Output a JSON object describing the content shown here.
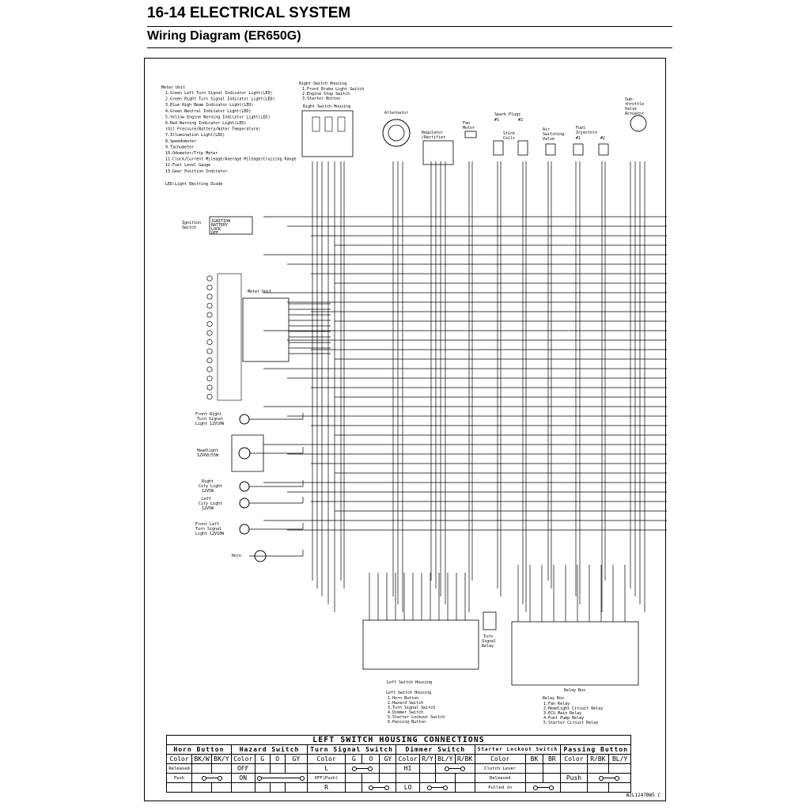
{
  "header": {
    "section": "16-14 ELECTRICAL SYSTEM",
    "subtitle": "Wiring Diagram (ER650G)"
  },
  "meter_legend": {
    "title": "Meter Unit",
    "items": [
      "1.Green Left Turn Signal Indicator Light(LED)",
      "2.Green Right Turn Signal Indicator Light(LED)",
      "3.Blue High Beam Indicator Light(LED)",
      "4.Green Neutral Indicator Light(LED)",
      "5.Yellow Engine Warning Indicator Light(LED)",
      "6.Red Warning Indicator Light(LED)",
      "  (Oil Pressure/Battery/Water Temperature)",
      "7.Illumination Light(LED)",
      "8.Speedometer",
      "9.Tachometer",
      "10.Odometer/Trip Meter",
      "11.Clock/Current Mileage/Average Mileage/Cruising Range",
      "12.Fuel Level Gauge",
      "13.Gear Position Indicator"
    ],
    "note": "LED:Light Emitting Diode"
  },
  "right_switch": {
    "title": "Right Switch Housing",
    "items": [
      "1.Front Brake Light Switch",
      "2.Engine Stop Switch",
      "3.Starter Button"
    ],
    "box_label": "Right Switch Housing"
  },
  "components": {
    "alternator": "Alternator",
    "regulator": "Regulator /Rectifier",
    "fan_motor": "Fan Motor",
    "spark_plugs": "Spark Plugs",
    "plug1": "#1",
    "plug2": "#2",
    "stick_coils": "Stick Coils",
    "air_valve": "Air Switching Valve",
    "fuel_injectors": "Fuel Injectors",
    "inj1": "#1",
    "inj2": "#2",
    "subthrottle": "Sub-throttle Valve Actuator",
    "ignition_switch": "Ignition Switch",
    "meter_unit": "Meter Unit",
    "front_right_turn": "Front Right Turn Signal Light 12V10W",
    "headlight": "Headlight 12V60/55W",
    "right_city": "Right City Light 12V5W",
    "left_city": "Left City Light 12V5W",
    "front_left_turn": "Front Left Turn Signal Light 12V10W",
    "horn": "Horn",
    "turn_relay": "Turn Signal Relay",
    "relay_box": "Relay Box",
    "left_switch_box": "Left Switch Housing"
  },
  "ignition_table": {
    "rows": [
      "IGNITION",
      "BATTERY",
      "LOCK",
      "OFF"
    ]
  },
  "left_switch": {
    "title": "Left Switch Housing",
    "items": [
      "1.Horn Button",
      "2.Hazard Switch",
      "3.Turn Signal Switch",
      "4.Dimmer Switch",
      "5.Starter Lockout Switch",
      "6.Passing Button"
    ]
  },
  "relay_box_legend": {
    "title": "Relay Box",
    "items": [
      "1.Fan Relay",
      "2.Headlight Circuit Relay",
      "3.ECU Main Relay",
      "4.Fuel Pump Relay",
      "5.Starter Circuit Relay"
    ]
  },
  "connections": {
    "caption": "LEFT SWITCH HOUSING CONNECTIONS",
    "groups": [
      "Horn Button",
      "Hazard Switch",
      "Turn Signal Switch",
      "Dimmer Switch",
      "Starter Lockout Switch",
      "Passing Button"
    ],
    "color": "Color",
    "horn_cols": [
      "BK/W",
      "BK/Y"
    ],
    "hazard_cols": [
      "G",
      "O",
      "GY"
    ],
    "turn_cols": [
      "G",
      "O",
      "GY"
    ],
    "dimmer_cols": [
      "R/Y",
      "BL/Y",
      "R/BK"
    ],
    "starter_cols": [
      "BK",
      "BR"
    ],
    "passing_cols": [
      "R/BK",
      "BL/Y"
    ],
    "released": "Released",
    "push": "Push",
    "off": "OFF",
    "on": "ON",
    "L": "L",
    "R": "R",
    "off_push": "OFF(Push)",
    "HI": "HI",
    "LO": "LO",
    "clutch_lever": "Clutch Lever",
    "released2": "Released",
    "pulled_in": "Pulled in",
    "push2": "Push"
  },
  "ref_code": "W2L1247BW5 C"
}
